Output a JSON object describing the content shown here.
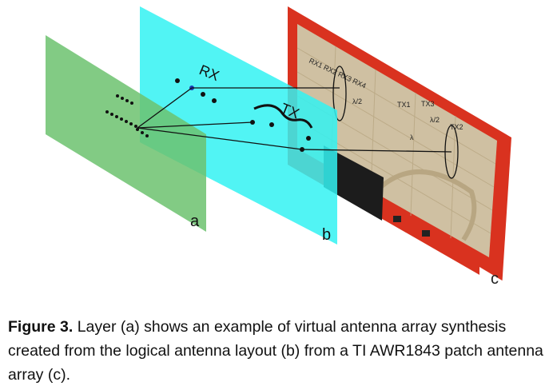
{
  "diagram": {
    "layers": [
      {
        "id": "a",
        "letter": "a",
        "color": "#6cc26f"
      },
      {
        "id": "b",
        "letter": "b",
        "color": "#33f2f2"
      },
      {
        "id": "c",
        "letter": "c",
        "color": "#d7301f"
      }
    ],
    "labels": {
      "rx": "RX",
      "tx": "TX",
      "rx_antennas": "RX1 RX2 RX3 RX4",
      "tx1": "TX1",
      "tx3": "TX3",
      "tx2": "TX2",
      "lambda_half": "λ/2",
      "lambda": "λ"
    }
  },
  "caption": {
    "label": "Figure 3.",
    "text": "Layer (a) shows an example of virtual antenna array synthesis created from the logical antenna layout (b) from a TI AWR1843 patch antenna array (c)."
  }
}
